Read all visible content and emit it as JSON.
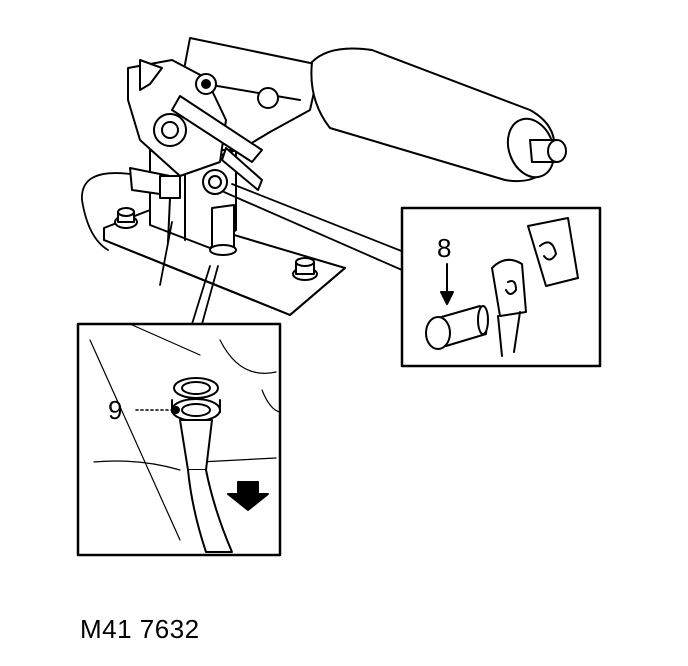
{
  "callouts": {
    "bolt": "8",
    "cable_clip": "9"
  },
  "figure_code": "M41 7632",
  "colors": {
    "line": "#000000",
    "background": "#ffffff"
  }
}
